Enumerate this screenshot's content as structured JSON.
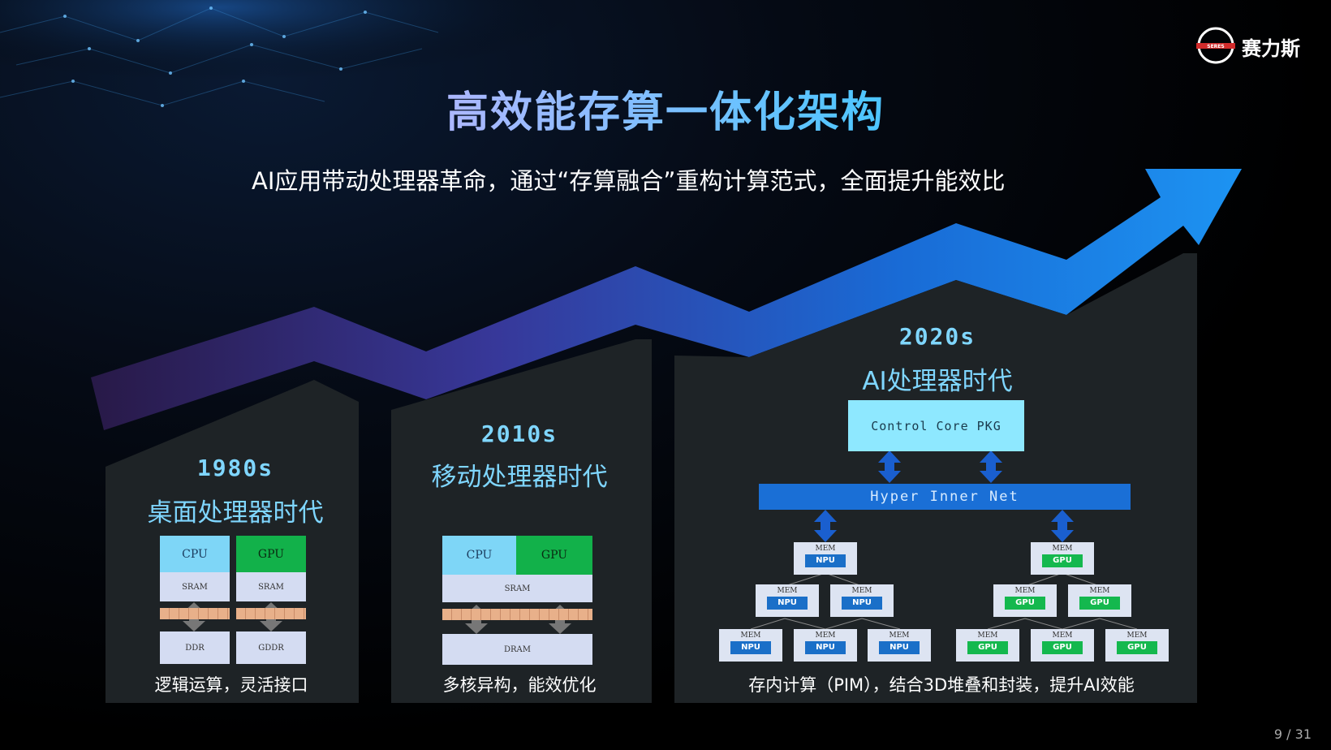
{
  "title": "高效能存算一体化架构",
  "subtitle": "AI应用带动处理器革命，通过“存算融合”重构计算范式，全面提升能效比",
  "logo": {
    "brand": "赛力斯",
    "mark": "SERES"
  },
  "page_number": "9 / 31",
  "colors": {
    "accent_cyan": "#7fd6ff",
    "arrow_blue": "#1e90ff",
    "gpu_green": "#12b14a",
    "cpu_blue": "#7ed6f7"
  },
  "eras": [
    {
      "year": "1980s",
      "name": "桌面处理器时代",
      "caption": "逻辑运算，灵活接口",
      "blocks": {
        "cpu": "CPU",
        "gpu": "GPU",
        "sram1": "SRAM",
        "sram2": "SRAM",
        "ddr": "DDR",
        "gddr": "GDDR"
      }
    },
    {
      "year": "2010s",
      "name": "移动处理器时代",
      "caption": "多核异构，能效优化",
      "blocks": {
        "cpu": "CPU",
        "gpu": "GPU",
        "sram": "SRAM",
        "dram": "DRAM"
      }
    },
    {
      "year": "2020s",
      "name": "AI处理器时代",
      "caption": "存内计算（PIM），结合3D堆叠和封装，提升AI效能",
      "blocks": {
        "pkg": "Control Core PKG",
        "net": "Hyper Inner Net",
        "mem": "MEM",
        "npu": "NPU",
        "gpu": "GPU"
      }
    }
  ]
}
